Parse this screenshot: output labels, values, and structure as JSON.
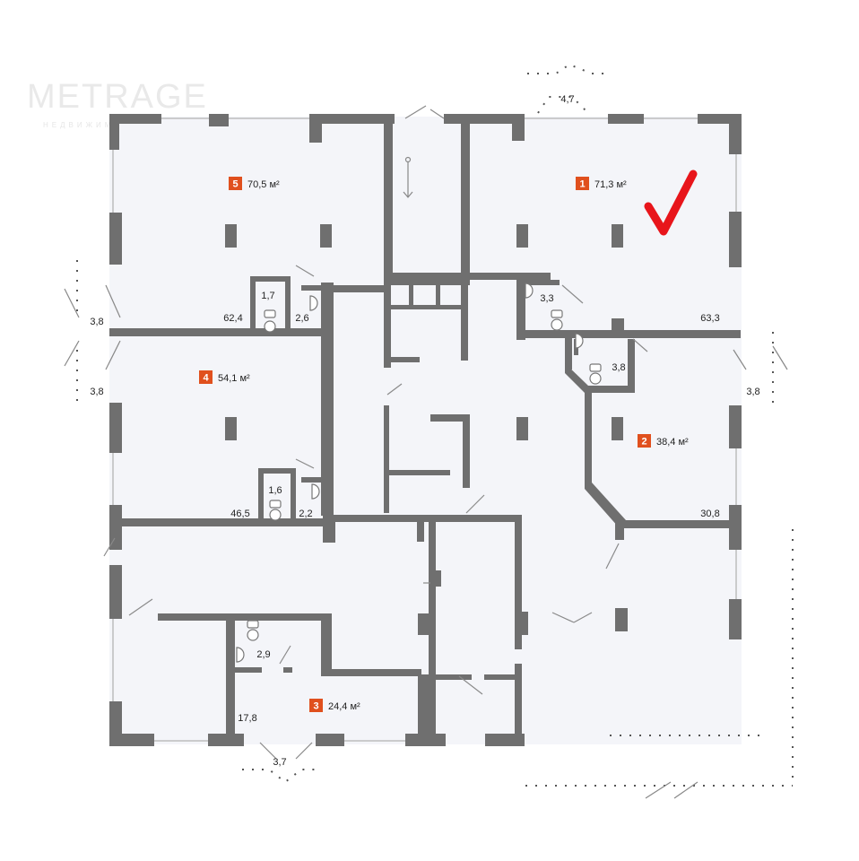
{
  "watermark": {
    "brand": "METRAGE",
    "tagline": "НЕДВИЖИМОСТЬ"
  },
  "units": [
    {
      "number": "1",
      "area": "71,3",
      "unit": "м²"
    },
    {
      "number": "2",
      "area": "38,4",
      "unit": "м²"
    },
    {
      "number": "3",
      "area": "24,4",
      "unit": "м²"
    },
    {
      "number": "4",
      "area": "54,1",
      "unit": "м²"
    },
    {
      "number": "5",
      "area": "70,5",
      "unit": "м²"
    }
  ],
  "dimensions": {
    "top_entry": "4,7",
    "left_upper": "3,8",
    "left_lower": "3,8",
    "right_side": "3,8",
    "bottom_entry": "3,7",
    "u5_main": "62,4",
    "u5_small_a": "1,7",
    "u5_small_b": "2,6",
    "u4_main": "46,5",
    "u4_small_a": "1,6",
    "u4_small_b": "2,2",
    "u1_main": "63,3",
    "u1_bath_a": "3,3",
    "u1_bath_b": "3,8",
    "u2_main": "30,8",
    "u3_main": "17,8",
    "u3_bath": "2,9"
  },
  "colors": {
    "wall": "#6f6f6f",
    "floor": "#f4f5f9",
    "badge": "#e0501e",
    "check": "#e8151b"
  },
  "icons": [
    "checkmark-icon",
    "toilet-icon",
    "sink-icon",
    "staircase-arrow-icon"
  ]
}
